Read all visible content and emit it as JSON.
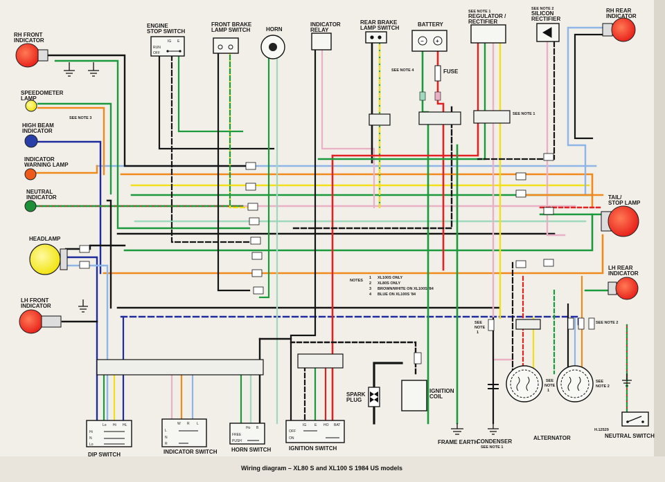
{
  "caption": "Wiring diagram – XL80 S and XL100 S 1984 US models",
  "drawing_number": "H.12529",
  "colors": {
    "black": "#141414",
    "green": "#1a9a3c",
    "red": "#e22222",
    "yellow": "#f2df1a",
    "orange": "#f08a1c",
    "blue": "#1f2b9c",
    "light_blue": "#8fb4e8",
    "pink": "#eab1c6",
    "light_green": "#9fd8be",
    "brown": "#8a4a1a",
    "lamp_red": "#e8241c",
    "lamp_yellow": "#f7f11a",
    "lamp_blue": "#2a3ea8",
    "lamp_green": "#1d8f36",
    "lamp_orange": "#ee5a1a",
    "background": "#f1efe8"
  },
  "components": {
    "rh_front_indicator": "RH FRONT INDICATOR",
    "speedometer_lamp": "SPEEDOMETER LAMP",
    "high_beam_indicator": "HIGH BEAM INDICATOR",
    "indicator_warning_lamp": "INDICATOR WARNING LAMP",
    "neutral_indicator": "NEUTRAL INDICATOR",
    "headlamp": "HEADLAMP",
    "lh_front_indicator": "LH FRONT INDICATOR",
    "engine_stop_switch": "ENGINE STOP SWITCH",
    "front_brake_lamp_switch": "FRONT BRAKE LAMP SWITCH",
    "horn": "HORN",
    "indicator_relay": "INDICATOR RELAY",
    "rear_brake_lamp_switch": "REAR BRAKE LAMP SWITCH",
    "battery": "BATTERY",
    "regulator_rectifier": "REGULATOR / RECTIFIER",
    "silicon_rectifier": "SILICON RECTIFIER",
    "rh_rear_indicator": "RH REAR INDICATOR",
    "tail_stop_lamp": "TAIL/ STOP LAMP",
    "lh_rear_indicator": "LH REAR INDICATOR",
    "fuse": "FUSE",
    "spark_plug": "SPARK PLUG",
    "ignition_coil": "IGNITION COIL",
    "frame_earth": "FRAME EARTH",
    "condenser": "CONDENSER",
    "alternator": "ALTERNATOR",
    "neutral_switch": "NEUTRAL SWITCH",
    "dip_switch": "DIP SWITCH",
    "indicator_switch": "INDICATOR SWITCH",
    "horn_switch": "HORN SWITCH",
    "ignition_switch": "IGNITION SWITCH"
  },
  "note_refs": {
    "note_1": "SEE NOTE 1",
    "note_2": "SEE NOTE 2",
    "note_3": "SEE NOTE 3",
    "note_4": "SEE NOTE 4",
    "note_1_multiline": [
      "SEE",
      "NOTE",
      "1"
    ],
    "note_2_multiline": [
      "SEE",
      "NOTE 2"
    ]
  },
  "notes": {
    "heading": "NOTES",
    "items": [
      {
        "num": "1",
        "text": "XL100S ONLY"
      },
      {
        "num": "2",
        "text": "XL80S ONLY"
      },
      {
        "num": "3",
        "text": "BROWN/WHITE ON XL100S '84"
      },
      {
        "num": "4",
        "text": "BLUE ON XL100S '84"
      }
    ]
  },
  "battery_terminals": {
    "neg": "−",
    "pos": "+"
  },
  "engine_stop_switch_table": {
    "cols": [
      "IG",
      "E"
    ],
    "rows": [
      "RUN",
      "OFF"
    ]
  },
  "dip_switch_table": {
    "cols": [
      "Lo",
      "Hi",
      "HL"
    ],
    "rows": [
      "Hi",
      "N",
      "Lo"
    ]
  },
  "indicator_switch_table": {
    "cols": [
      "W",
      "R",
      "L"
    ],
    "rows": [
      "L",
      "N",
      "R"
    ]
  },
  "horn_switch_table": {
    "cols": [
      "Ho",
      "B"
    ],
    "rows": [
      "FREE",
      "PUSH"
    ]
  },
  "ignition_switch_table": {
    "cols": [
      "IG",
      "E",
      "HO",
      "BAT"
    ],
    "rows": [
      "OFF",
      "ON"
    ]
  }
}
